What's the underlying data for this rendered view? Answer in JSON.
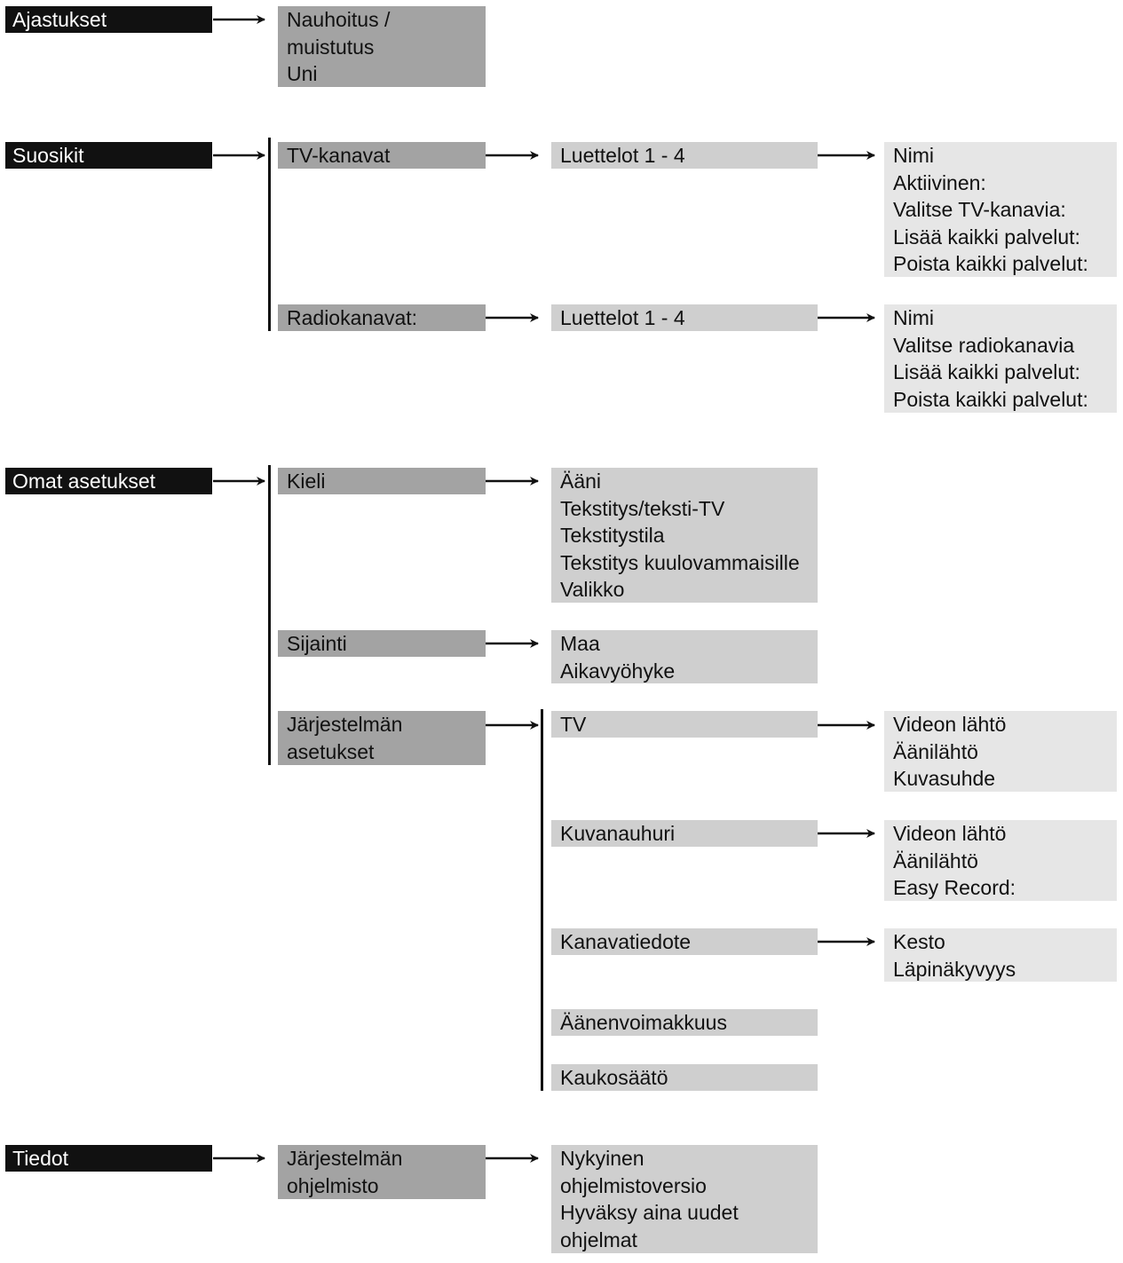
{
  "sections": {
    "ajastukset": {
      "title": "Ajastukset",
      "items": [
        "Nauhoitus /",
        "muistutus",
        "Uni"
      ]
    },
    "suosikit": {
      "title": "Suosikit",
      "tv": {
        "label": "TV-kanavat",
        "lists": "Luettelot 1 - 4",
        "options": [
          "Nimi",
          "Aktiivinen:",
          "Valitse TV-kanavia:",
          "Lisää kaikki palvelut:",
          "Poista kaikki palvelut:"
        ]
      },
      "radio": {
        "label": "Radiokanavat:",
        "lists": "Luettelot 1 - 4",
        "options": [
          "Nimi",
          "Valitse radiokanavia",
          "Lisää kaikki palvelut:",
          "Poista kaikki palvelut:"
        ]
      }
    },
    "omat": {
      "title": "Omat asetukset",
      "kieli": {
        "label": "Kieli",
        "options": [
          "Ääni",
          "Tekstitys/teksti-TV",
          "Tekstitystila",
          "Tekstitys kuulovammaisille",
          "Valikko"
        ]
      },
      "sijainti": {
        "label": "Sijainti",
        "options": [
          "Maa",
          "Aikavyöhyke"
        ]
      },
      "jarjestelma": {
        "label": [
          "Järjestelmän",
          "asetukset"
        ],
        "tv": {
          "label": "TV",
          "options": [
            "Videon lähtö",
            "Äänilähtö",
            "Kuvasuhde"
          ]
        },
        "vcr": {
          "label": "Kuvanauhuri",
          "options": [
            "Videon lähtö",
            "Äänilähtö",
            "Easy Record:"
          ]
        },
        "info": {
          "label": "Kanavatiedote",
          "options": [
            "Kesto",
            "Läpinäkyvyys"
          ]
        },
        "volume": {
          "label": "Äänenvoimakkuus"
        },
        "remote": {
          "label": "Kaukosäätö"
        }
      }
    },
    "tiedot": {
      "title": "Tiedot",
      "software": {
        "label": [
          "Järjestelmän",
          "ohjelmisto"
        ],
        "options": [
          "Nykyinen",
          "ohjelmistoversio",
          "Hyväksy aina uudet",
          "ohjelmat"
        ]
      }
    }
  }
}
